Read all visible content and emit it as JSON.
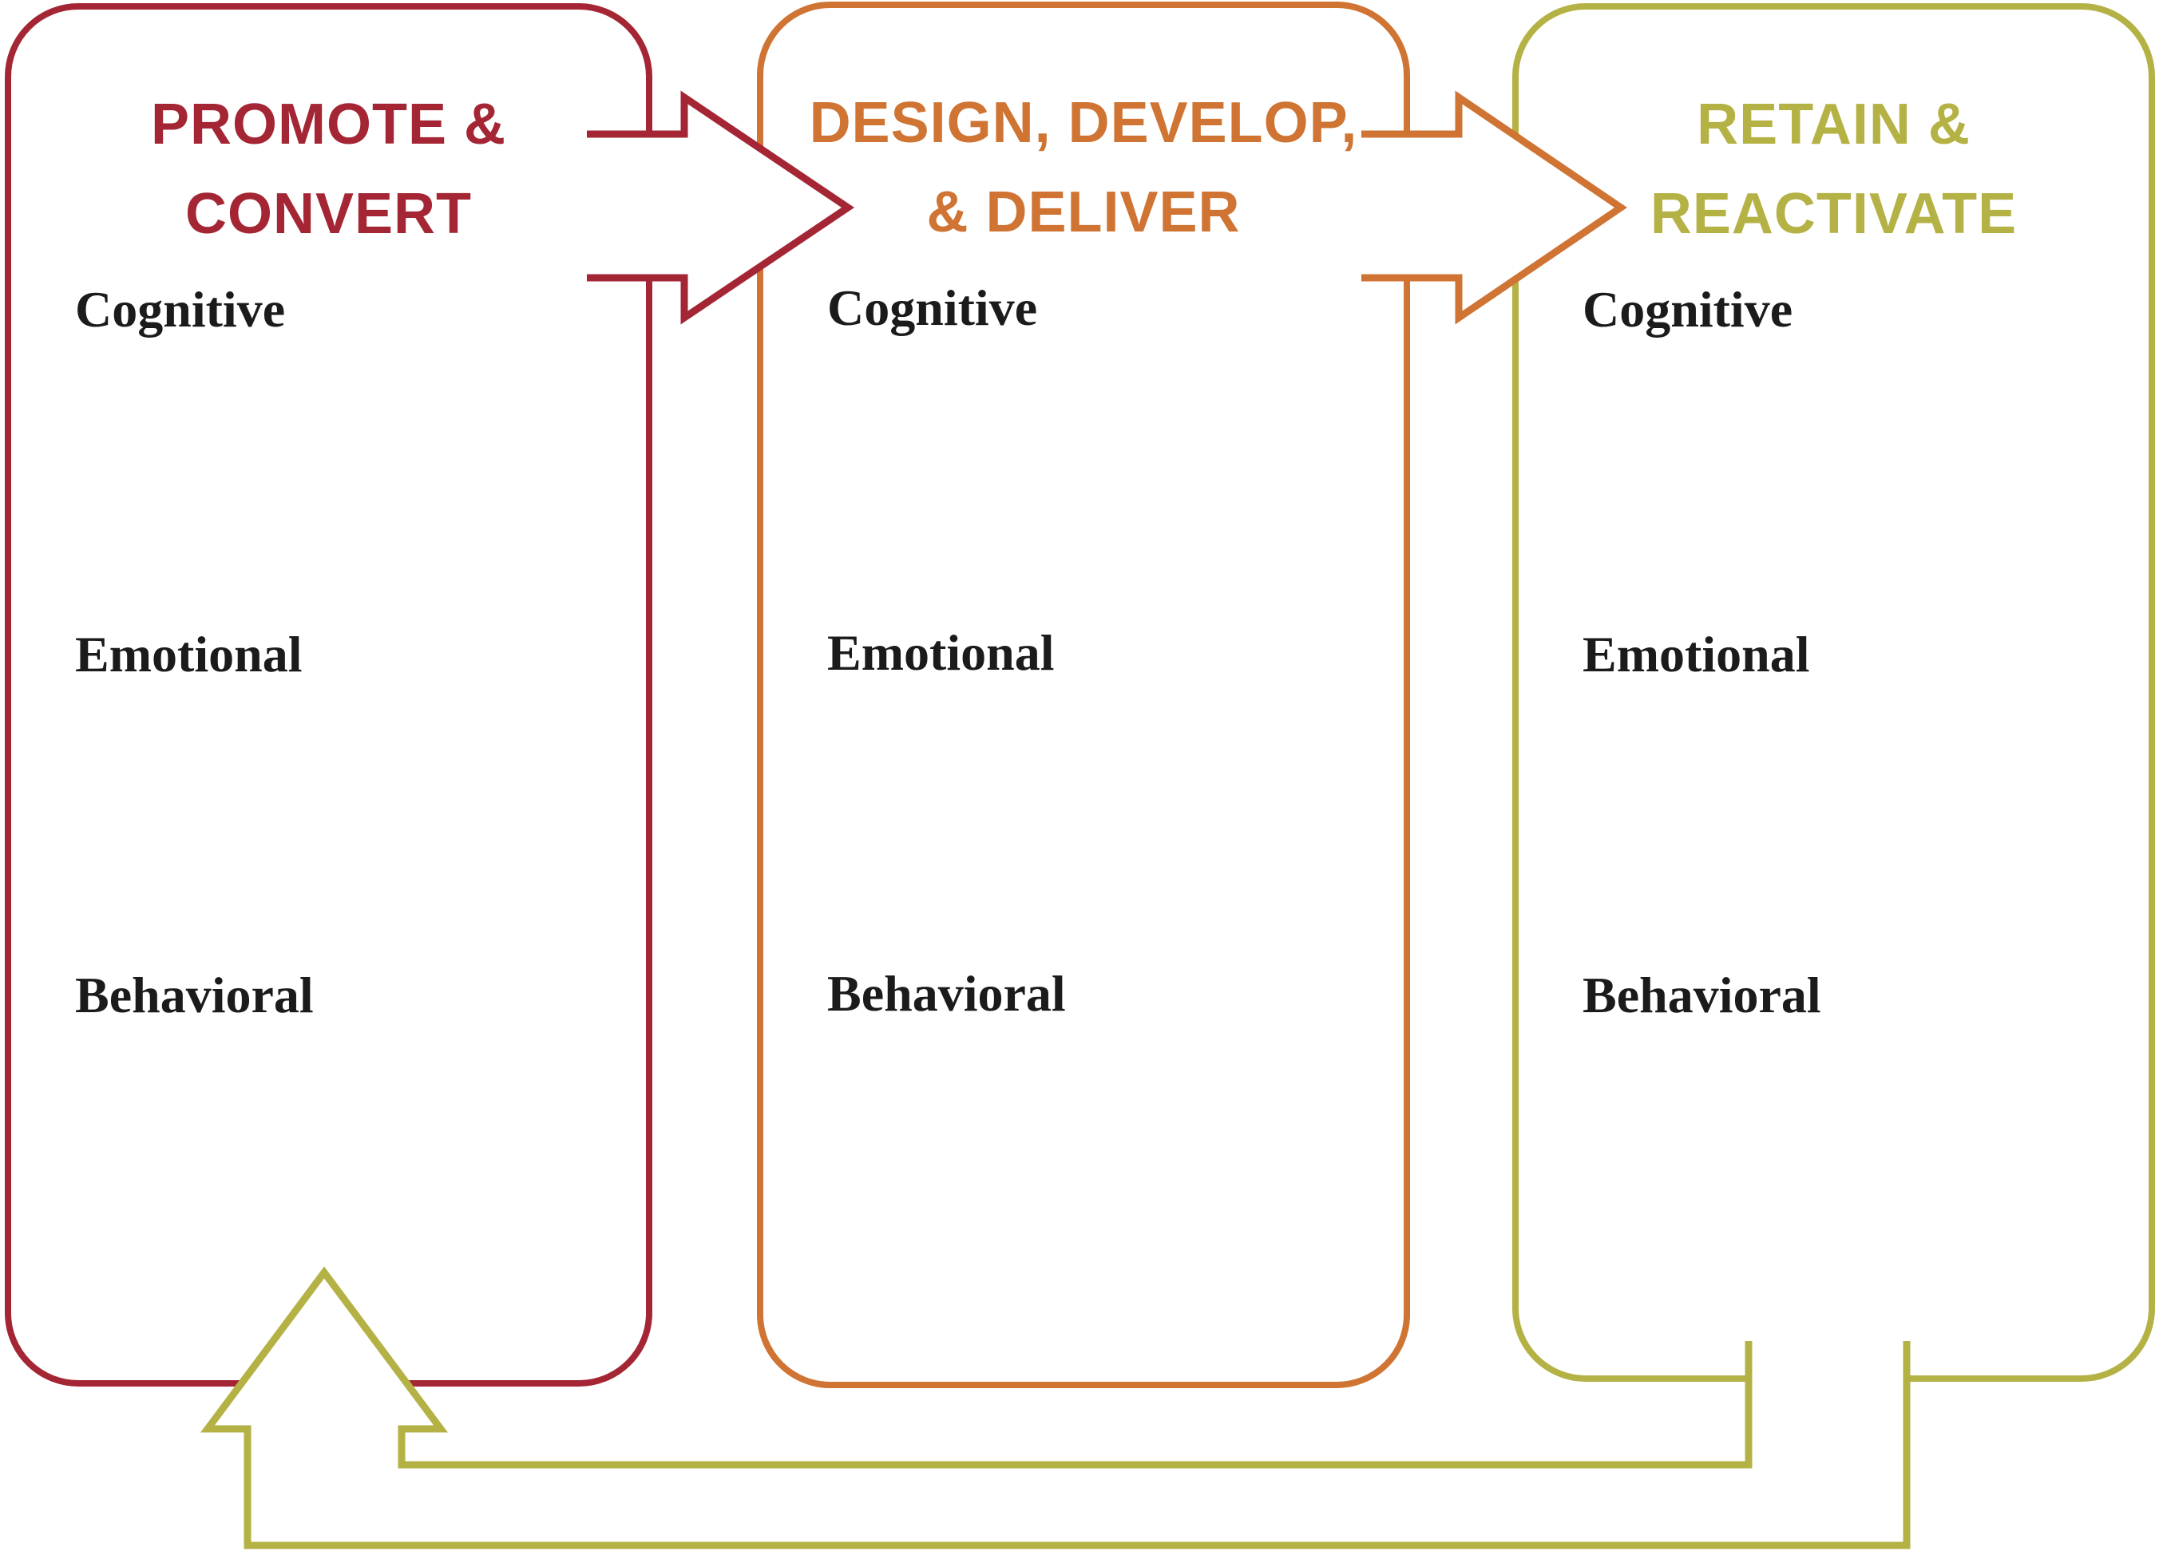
{
  "diagram": {
    "background_color": "#ffffff",
    "text_color": "#1b1b1b"
  },
  "panels": [
    {
      "id": "promote-convert",
      "title_line1": "PROMOTE &",
      "title_line2": "CONVERT",
      "color": "#a42634",
      "items": [
        "Cognitive",
        "Emotional",
        "Behavioral"
      ]
    },
    {
      "id": "design-develop-deliver",
      "title_line1": "DESIGN, DEVELOP,",
      "title_line2": "& DELIVER",
      "color": "#cf7433",
      "items": [
        "Cognitive",
        "Emotional",
        "Behavioral"
      ]
    },
    {
      "id": "retain-reactivate",
      "title_line1": "RETAIN &",
      "title_line2": "REACTIVATE",
      "color": "#b4b244",
      "items": [
        "Cognitive",
        "Emotional",
        "Behavioral"
      ]
    }
  ],
  "arrows": [
    {
      "id": "promote-to-design",
      "color": "#a42634",
      "direction": "right"
    },
    {
      "id": "design-to-retain",
      "color": "#cf7433",
      "direction": "right"
    },
    {
      "id": "retain-back-to-promote",
      "color": "#b4b244",
      "direction": "loop-left-up"
    }
  ]
}
